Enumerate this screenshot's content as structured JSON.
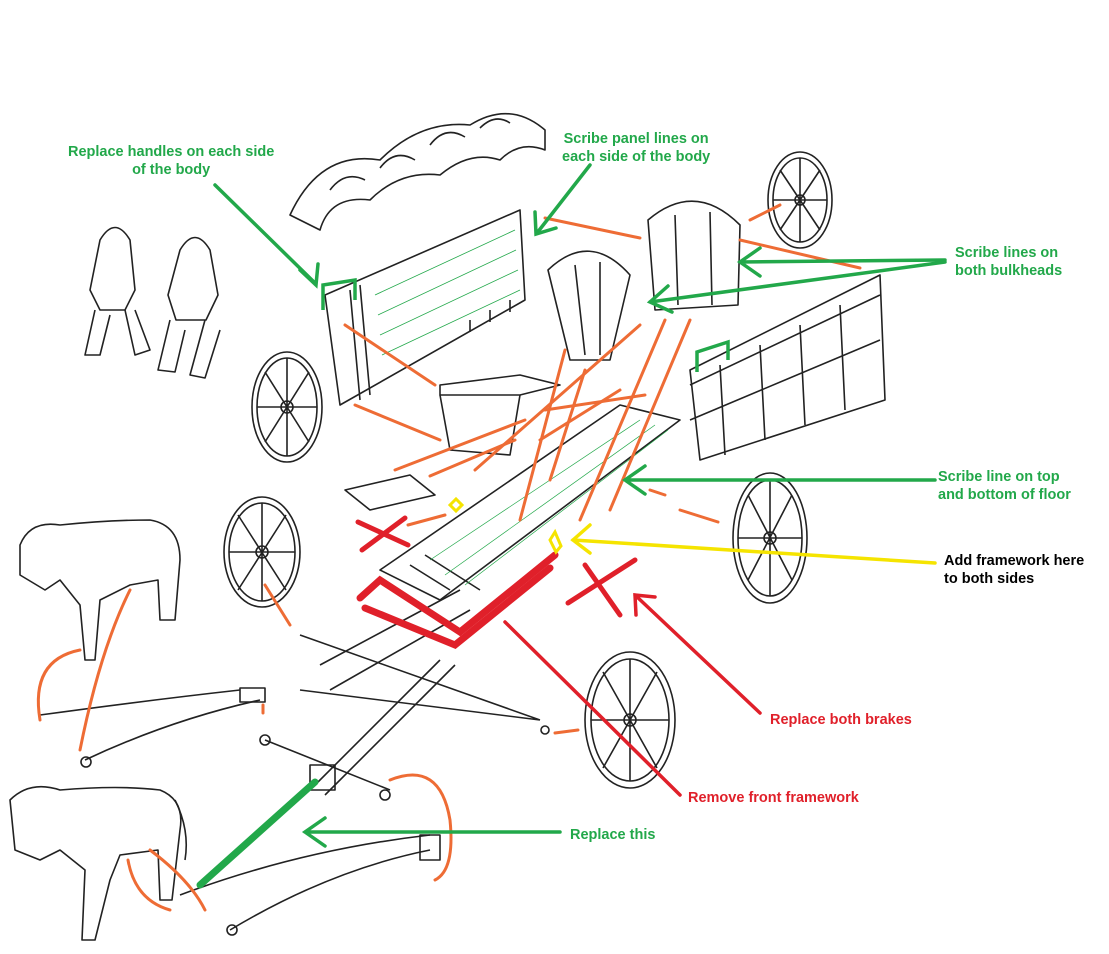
{
  "colors": {
    "green": "#22a84a",
    "red": "#e0202a",
    "yellow": "#f5e400",
    "orange": "#ee6c35",
    "ink": "#222222"
  },
  "annotations": [
    {
      "id": "handles",
      "color": "green",
      "lines": [
        "Replace handles on each side",
        "of the body"
      ]
    },
    {
      "id": "panel-lines",
      "color": "green",
      "lines": [
        "Scribe panel lines on",
        "each side of the body"
      ]
    },
    {
      "id": "bulkheads",
      "color": "green",
      "lines": [
        "Scribe lines on",
        "both bulkheads"
      ]
    },
    {
      "id": "floor",
      "color": "green",
      "lines": [
        "Scribe line on top",
        "and bottom of floor"
      ]
    },
    {
      "id": "framework",
      "color": "black",
      "lines": [
        "Add framework here",
        "to both sides"
      ]
    },
    {
      "id": "brakes",
      "color": "red",
      "lines": [
        "Replace both brakes"
      ]
    },
    {
      "id": "front-framework",
      "color": "red",
      "lines": [
        "Remove front framework"
      ]
    },
    {
      "id": "pole",
      "color": "green",
      "lines": [
        "Replace this"
      ]
    }
  ]
}
